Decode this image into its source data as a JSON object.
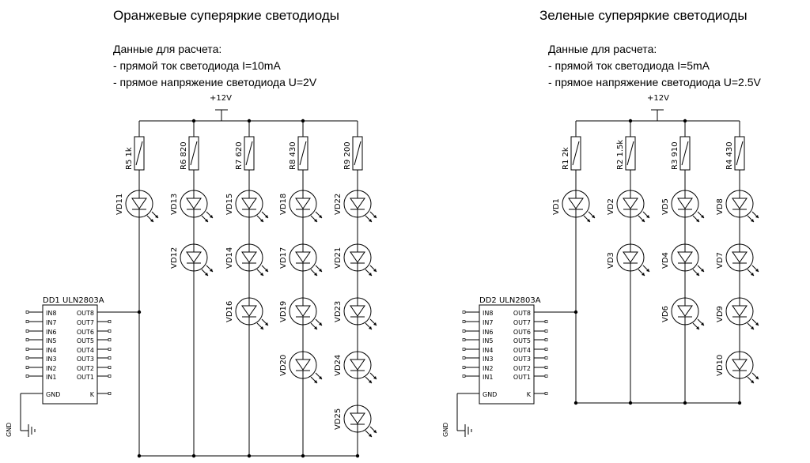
{
  "left": {
    "title": "Оранжевые суперяркие светодиоды",
    "calc_header": "Данные для расчета:",
    "calc_lines": [
      "- прямой ток светодиода I=10mA",
      "- прямое напряжение светодиода U=2V"
    ],
    "supply": "+12V",
    "ic": {
      "header": "DD1  ULN2803A",
      "inputs": [
        "IN8",
        "IN7",
        "IN6",
        "IN5",
        "IN4",
        "IN3",
        "IN2",
        "IN1"
      ],
      "outputs": [
        "OUT8",
        "OUT7",
        "OUT6",
        "OUT5",
        "OUT4",
        "OUT3",
        "OUT2",
        "OUT1"
      ],
      "gnd": "GND",
      "k": "K"
    },
    "ground": "GND",
    "columns": [
      {
        "resistor": "R5  1k",
        "leds": [
          "VD11"
        ]
      },
      {
        "resistor": "R6  820",
        "leds": [
          "VD13",
          "VD12"
        ]
      },
      {
        "resistor": "R7  620",
        "leds": [
          "VD15",
          "VD14",
          "VD16"
        ]
      },
      {
        "resistor": "R8  430",
        "leds": [
          "VD18",
          "VD17",
          "VD19",
          "VD20"
        ]
      },
      {
        "resistor": "R9  200",
        "leds": [
          "VD22",
          "VD21",
          "VD23",
          "VD24",
          "VD25"
        ]
      }
    ]
  },
  "right": {
    "title": "Зеленые суперяркие светодиоды",
    "calc_header": "Данные для расчета:",
    "calc_lines": [
      "- прямой ток светодиода I=5mA",
      "- прямое напряжение светодиода U=2.5V"
    ],
    "supply": "+12V",
    "ic": {
      "header": "DD2  ULN2803A",
      "inputs": [
        "IN8",
        "IN7",
        "IN6",
        "IN5",
        "IN4",
        "IN3",
        "IN2",
        "IN1"
      ],
      "outputs": [
        "OUT8",
        "OUT7",
        "OUT6",
        "OUT5",
        "OUT4",
        "OUT3",
        "OUT2",
        "OUT1"
      ],
      "gnd": "GND",
      "k": "K"
    },
    "ground": "GND",
    "columns": [
      {
        "resistor": "R1  2k",
        "leds": [
          "VD1"
        ]
      },
      {
        "resistor": "R2  1.5k",
        "leds": [
          "VD2",
          "VD3"
        ]
      },
      {
        "resistor": "R3  910",
        "leds": [
          "VD5",
          "VD4",
          "VD6"
        ]
      },
      {
        "resistor": "R4  430",
        "leds": [
          "VD8",
          "VD7",
          "VD9",
          "VD10"
        ]
      }
    ]
  }
}
